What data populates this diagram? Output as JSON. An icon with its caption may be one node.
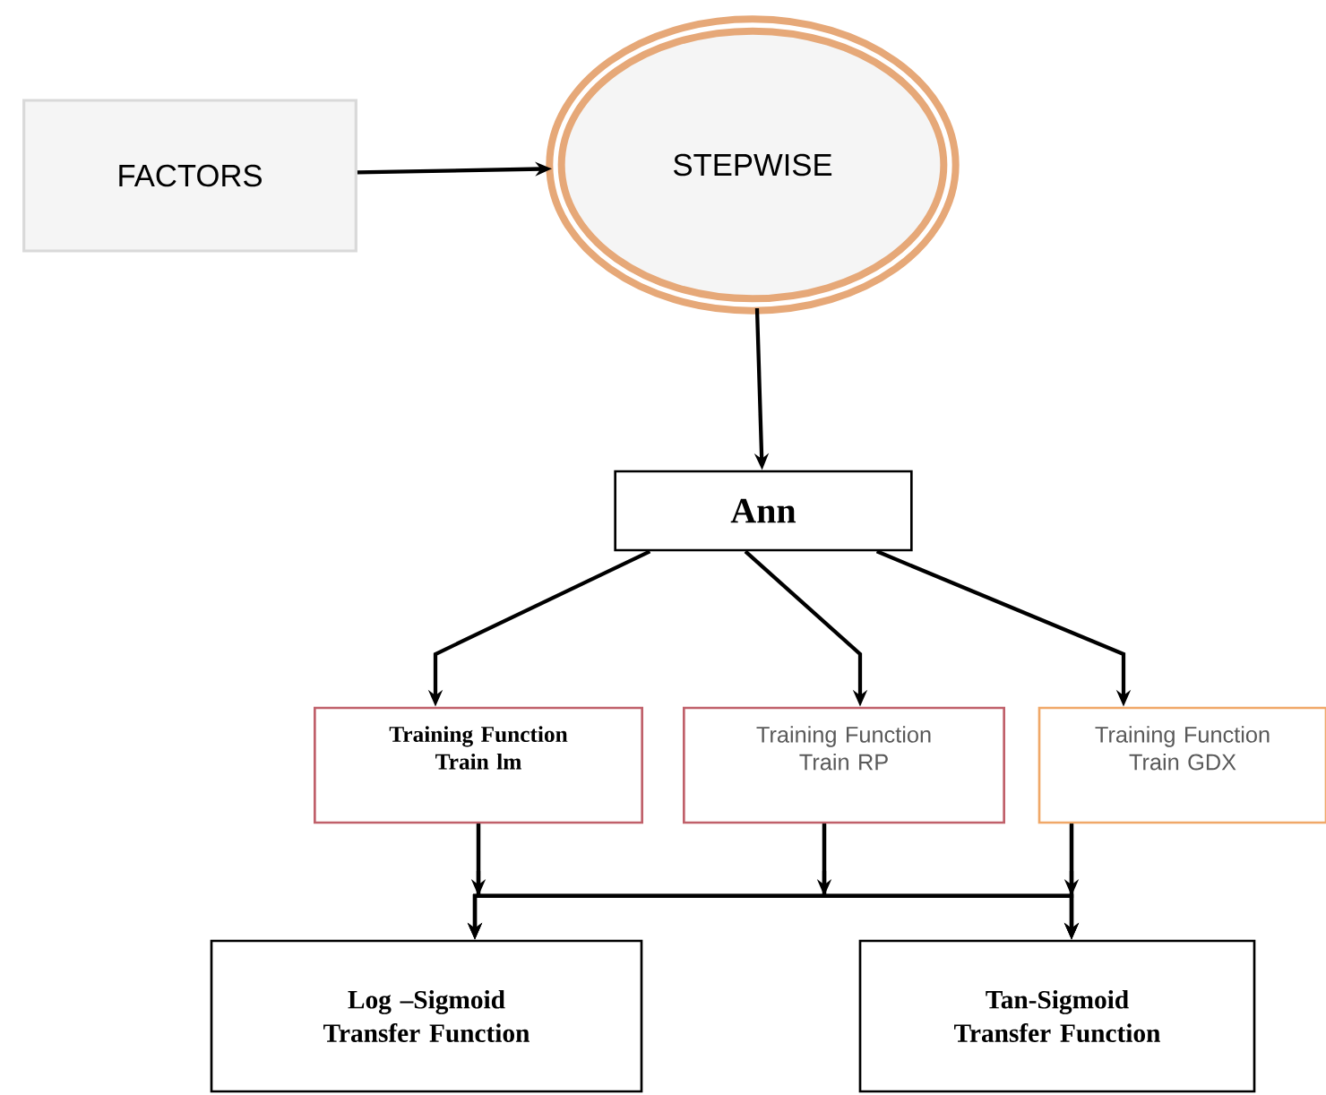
{
  "diagram": {
    "nodes": [
      {
        "text": [
          "FACTORS"
        ]
      },
      {
        "text": [
          "STEPWISE"
        ]
      },
      {
        "text": [
          "Ann"
        ]
      },
      {
        "text": [
          "Training Function Train lm"
        ]
      },
      {
        "text": [
          "Training Function Train RP"
        ]
      },
      {
        "text": [
          "Training Function Train GDX"
        ]
      },
      {
        "text": [
          "Log –Sigmoid Transfer Function"
        ]
      },
      {
        "text": [
          "Tan-Sigmoid Transfer Function"
        ]
      }
    ],
    "edges": [
      {
        "from": 0,
        "to": 1,
        "arrow": "to"
      },
      {
        "from": 1,
        "to": 2,
        "arrow": "to"
      },
      {
        "from": 2,
        "to": 3,
        "arrow": "to"
      },
      {
        "from": 2,
        "to": 4,
        "arrow": "to"
      },
      {
        "from": 2,
        "to": 5,
        "arrow": "to"
      },
      {
        "from": 3,
        "to": 6,
        "arrow": "to"
      },
      {
        "from": 3,
        "to": 7,
        "arrow": "to"
      },
      {
        "from": 4,
        "to": 6,
        "arrow": "to"
      },
      {
        "from": 4,
        "to": 7,
        "arrow": "to"
      },
      {
        "from": 5,
        "to": 6,
        "arrow": "to"
      },
      {
        "from": 5,
        "to": 7,
        "arrow": "to"
      }
    ]
  }
}
